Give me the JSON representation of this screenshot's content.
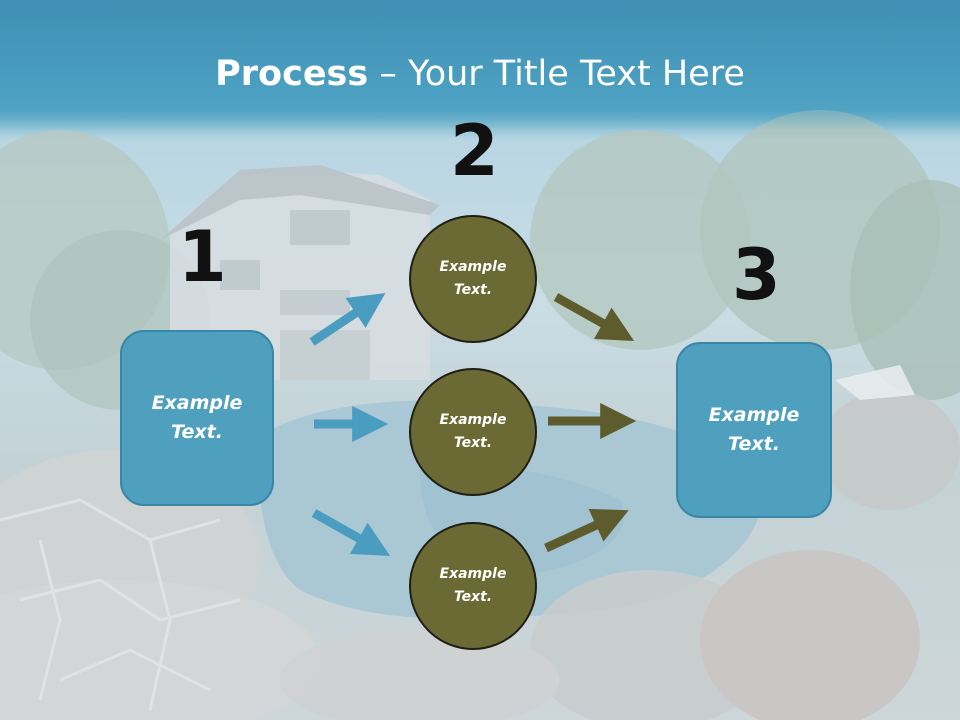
{
  "title": {
    "bold": "Process",
    "rest": " – Your Title Text Here"
  },
  "steps": {
    "n1": "1",
    "n2": "2",
    "n3": "3"
  },
  "left_box": {
    "label_line1": "Example",
    "label_line2": "Text."
  },
  "right_box": {
    "label_line1": "Example",
    "label_line2": "Text."
  },
  "circles": [
    {
      "line1": "Example",
      "line2": "Text."
    },
    {
      "line1": "Example",
      "line2": "Text."
    },
    {
      "line1": "Example",
      "line2": "Text."
    }
  ],
  "colors": {
    "box_fill": "#4f9fbf",
    "circle_fill": "#6b6a35",
    "arrow_blue": "#4a9cc0",
    "arrow_olive": "#5e5c2c",
    "header": "#4a9cbd"
  }
}
